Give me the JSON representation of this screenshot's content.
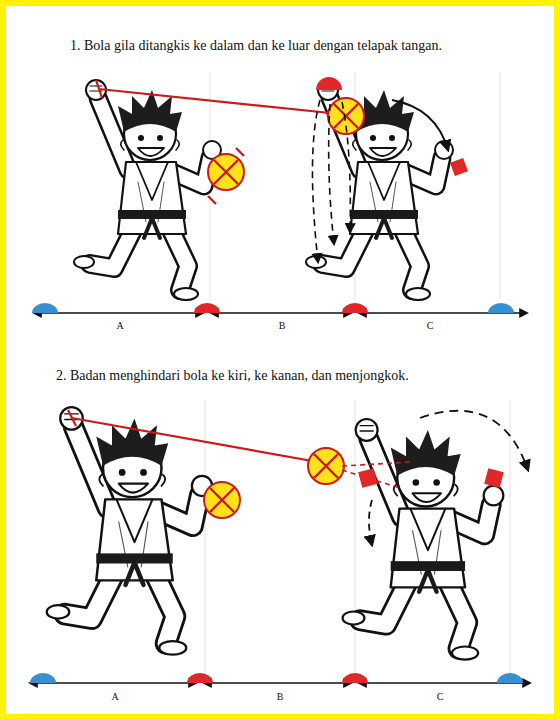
{
  "diagram": {
    "labels": [
      "1. Bola gila ditangkis ke dalam dan ke luar dengan telapak tangan.",
      "A",
      "B",
      "C",
      "2. Badan menghindari bola ke kiri, ke kanan, dan menjongkok.",
      "A",
      "B",
      "C"
    ]
  }
}
